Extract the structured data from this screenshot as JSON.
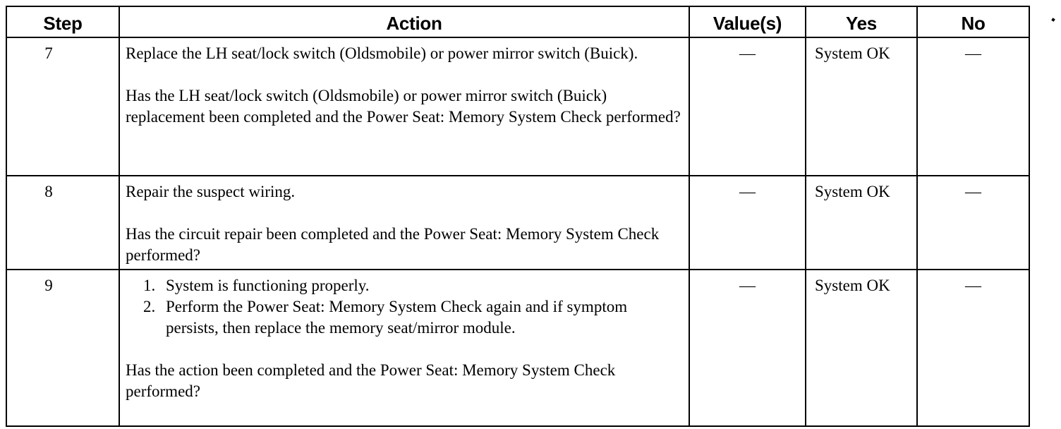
{
  "table": {
    "headers": {
      "step": "Step",
      "action": "Action",
      "values": "Value(s)",
      "yes": "Yes",
      "no": "No"
    },
    "rows": [
      {
        "step": "7",
        "action_intro": "Replace the LH seat/lock switch (Oldsmobile) or power mirror switch (Buick).",
        "action_question": "Has the LH seat/lock switch (Oldsmobile) or power mirror switch (Buick) replacement been completed and the Power Seat: Memory System Check performed?",
        "values": "—",
        "yes": "System OK",
        "no": "—"
      },
      {
        "step": "8",
        "action_intro": "Repair the suspect wiring.",
        "action_question": "Has the circuit repair been completed and the Power Seat: Memory System Check performed?",
        "values": "—",
        "yes": "System OK",
        "no": "—"
      },
      {
        "step": "9",
        "action_steps": [
          {
            "num": "1.",
            "text": "System is functioning properly."
          },
          {
            "num": "2.",
            "text": "Perform the Power Seat: Memory System Check again and if symptom persists, then replace the memory seat/mirror module."
          }
        ],
        "action_question": "Has the action been completed and the Power Seat: Memory System Check performed?",
        "values": "—",
        "yes": "System OK",
        "no": "—"
      }
    ]
  }
}
